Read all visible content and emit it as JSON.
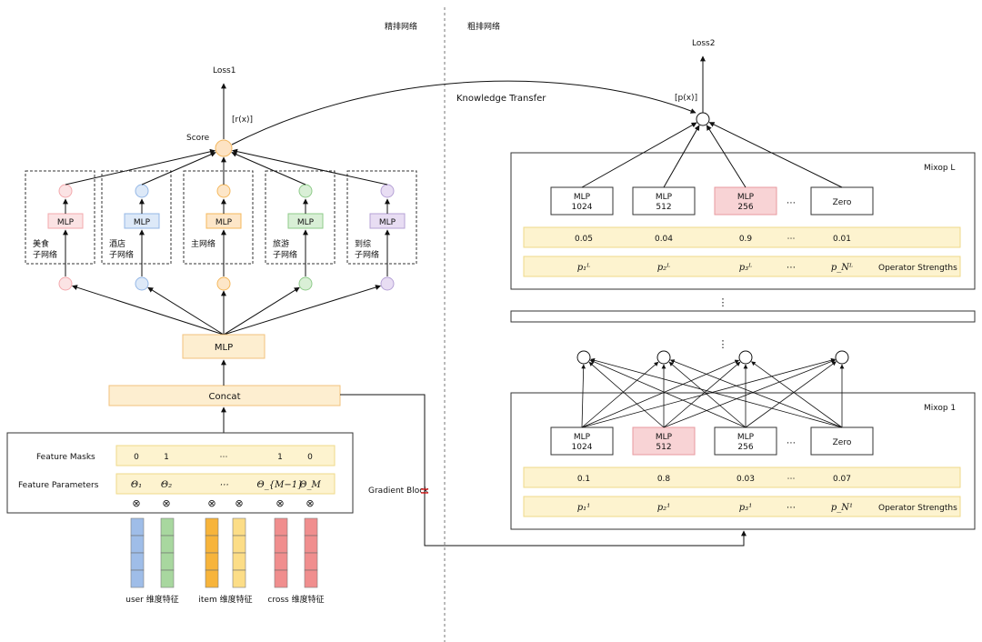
{
  "headers": {
    "left": "精排网络",
    "right": "粗排网络"
  },
  "loss1": "Loss1",
  "loss2": "Loss2",
  "score": "Score",
  "r_label": "[r(x)]",
  "p_label": "[p(x)]",
  "knowledge_transfer": "Knowledge Transfer",
  "gradient_block": "Gradient Block",
  "subnets": [
    {
      "name": "美食",
      "name2": "子网络",
      "mlp": "MLP",
      "color": "#f3a9ad",
      "fill": "#fbe3e4"
    },
    {
      "name": "酒店",
      "name2": "子网络",
      "mlp": "MLP",
      "color": "#94b7e6",
      "fill": "#dde9f8"
    },
    {
      "name": "主网络",
      "name2": "",
      "mlp": "MLP",
      "color": "#f5b85c",
      "fill": "#fde6c8"
    },
    {
      "name": "旅游",
      "name2": "子网络",
      "mlp": "MLP",
      "color": "#8fcb8a",
      "fill": "#d9efd6"
    },
    {
      "name": "到综",
      "name2": "子网络",
      "mlp": "MLP",
      "color": "#b6a2d6",
      "fill": "#e8ddf3"
    }
  ],
  "shared_mlp": "MLP",
  "concat": "Concat",
  "feature_masks": {
    "label": "Feature Masks",
    "values": [
      "0",
      "1",
      "⋯",
      "1",
      "0"
    ]
  },
  "feature_params": {
    "label": "Feature Parameters",
    "values": [
      "Θ₁",
      "Θ₂",
      "⋯",
      "Θ_{M−1}",
      "Θ_M"
    ]
  },
  "otimes": "⊗",
  "feature_groups": [
    {
      "label": "user 维度特征",
      "colors": [
        "#8fb2e4",
        "#9ad18f"
      ]
    },
    {
      "label": "item 维度特征",
      "colors": [
        "#f6a81a",
        "#fcd873"
      ]
    },
    {
      "label": "cross 维度特征",
      "colors": [
        "#ee7b7b",
        "#ee7b7b"
      ]
    }
  ],
  "mixop_L": {
    "title": "Mixop L",
    "ops": [
      {
        "l1": "MLP",
        "l2": "1024",
        "hl": false
      },
      {
        "l1": "MLP",
        "l2": "512",
        "hl": false
      },
      {
        "l1": "MLP",
        "l2": "256",
        "hl": true
      },
      {
        "l1": "Zero",
        "l2": "",
        "hl": false
      }
    ],
    "weights": [
      "0.05",
      "0.04",
      "0.9",
      "⋯",
      "0.01"
    ],
    "strengths": [
      "p₁ᴸ",
      "p₂ᴸ",
      "p₃ᴸ",
      "⋯",
      "p_Nᴸ"
    ],
    "strength_label": "Operator Strengths"
  },
  "mixop_1": {
    "title": "Mixop 1",
    "ops": [
      {
        "l1": "MLP",
        "l2": "1024",
        "hl": false
      },
      {
        "l1": "MLP",
        "l2": "512",
        "hl": true
      },
      {
        "l1": "MLP",
        "l2": "256",
        "hl": false
      },
      {
        "l1": "Zero",
        "l2": "",
        "hl": false
      }
    ],
    "weights": [
      "0.1",
      "0.8",
      "0.03",
      "⋯",
      "0.07"
    ],
    "strengths": [
      "p₁¹",
      "p₂¹",
      "p₃¹",
      "⋯",
      "p_N¹"
    ],
    "strength_label": "Operator Strengths"
  },
  "ellipsis": "⋯",
  "vdots": "⋮",
  "colors": {
    "accent_box": "#fdeed0",
    "accent_border": "#f2c27c",
    "yellow_box": "#fdf3cf",
    "yellow_border": "#efd98a",
    "highlight": "#f8d3d5"
  }
}
